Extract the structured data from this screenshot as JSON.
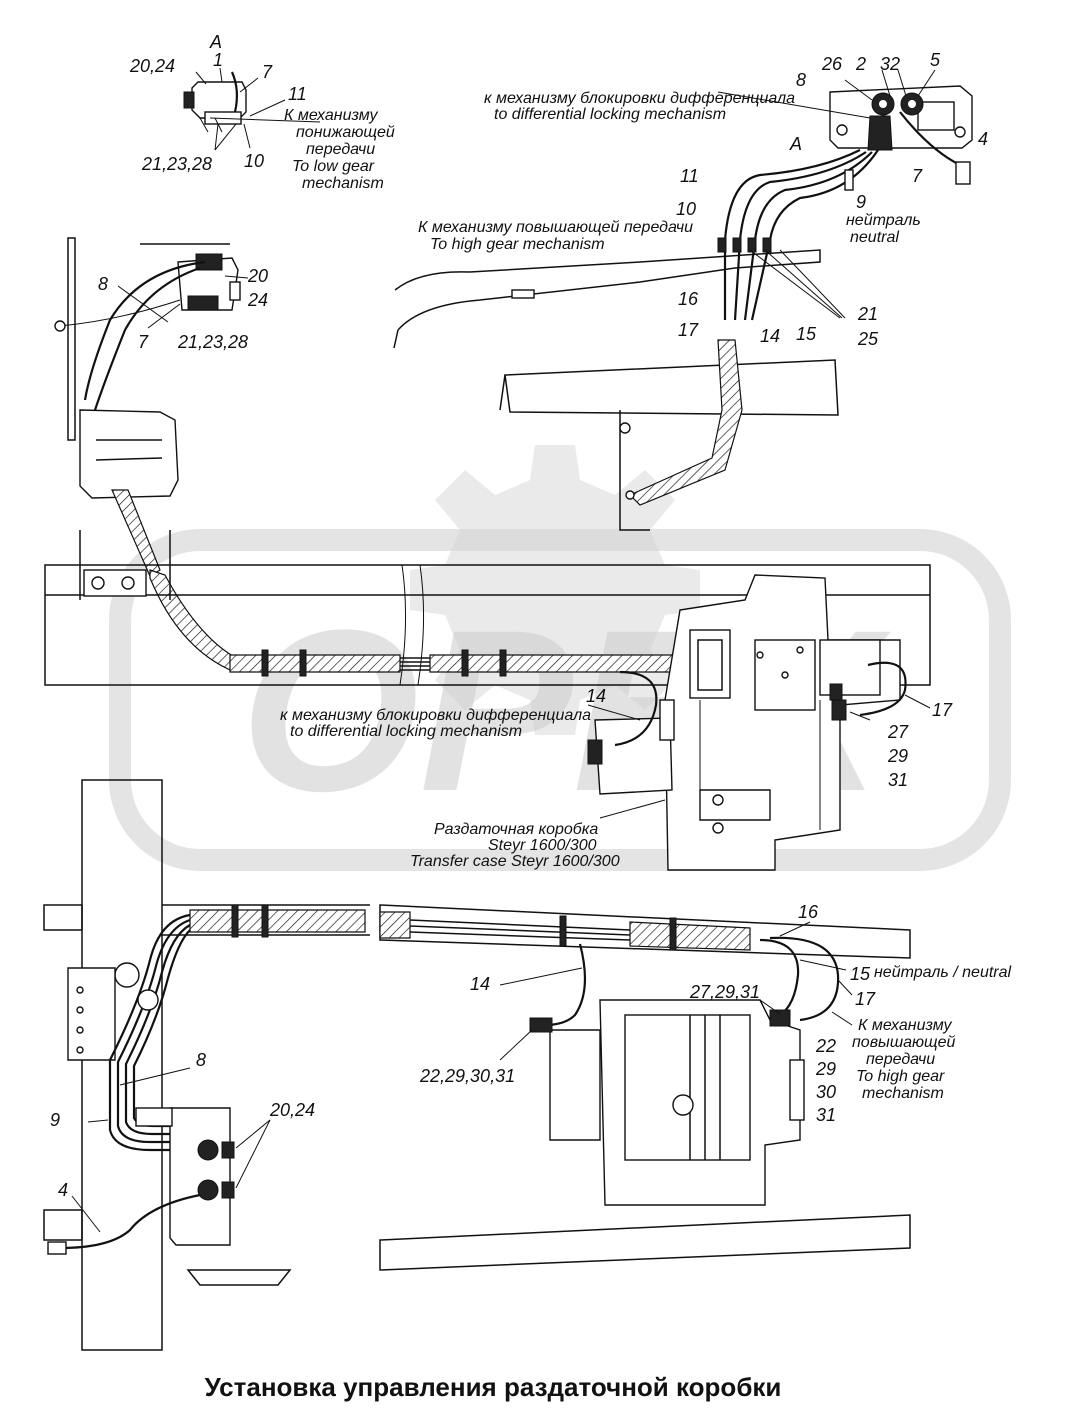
{
  "title": "Установка управления раздаточной коробки",
  "view_letter": "A",
  "callouts": {
    "c1": "1",
    "c2": "2",
    "c4": "4",
    "c4b": "4",
    "c5": "5",
    "c7a": "7",
    "c7b": "7",
    "c7c": "7",
    "c8a": "8",
    "c8b": "8",
    "c8c": "8",
    "c9a": "9",
    "c9b": "9",
    "c10a": "10",
    "c10b": "10",
    "c11a": "11",
    "c11b": "11",
    "c14a": "14",
    "c14b": "14",
    "c14c": "14",
    "c15a": "15",
    "c15b": "15",
    "c16a": "16",
    "c16b": "16",
    "c17a": "17",
    "c17b": "17",
    "c17c": "17",
    "c20a": "20",
    "c24a": "24",
    "c2024a": "20,24",
    "c2024b": "20,24",
    "c212328a": "21,23,28",
    "c212328b": "21,23,28",
    "c21": "21",
    "c25": "25",
    "c26": "26",
    "c32": "32",
    "c27": "27",
    "c29": "29",
    "c31": "31",
    "c272931": "27,29,31",
    "c22293031": "22,29,30,31",
    "c22": "22",
    "c29b": "29",
    "c30": "30",
    "c31b": "31"
  },
  "labels": {
    "low_gear_ru_1": "К механизму",
    "low_gear_ru_2": "понижающей",
    "low_gear_ru_3": "передачи",
    "low_gear_en_1": "To low gear",
    "low_gear_en_2": "mechanism",
    "diff_lock_ru_top": "к механизму блокировки дифференциала",
    "diff_lock_en_top": "to differential  locking mechanism",
    "high_gear_ru_top": "К механизму повышающей передачи",
    "high_gear_en_top": "To high gear mechanism",
    "neutral_ru": "нейтраль",
    "neutral_en": "neutral",
    "diff_lock_ru_mid": "к механизму блокировки дифференциала",
    "diff_lock_en_mid": "to differential  locking mechanism",
    "tc_ru_1": "Раздаточная коробка",
    "tc_ru_2": "Steyr 1600/300",
    "tc_en": "Transfer case Steyr 1600/300",
    "neutral_both": "нейтраль / neutral",
    "high_ru_1": "К механизму",
    "high_ru_2": "повышающей",
    "high_ru_3": "передачи",
    "high_en_1": "To high gear",
    "high_en_2": "mechanism"
  },
  "watermark": "OPEX"
}
